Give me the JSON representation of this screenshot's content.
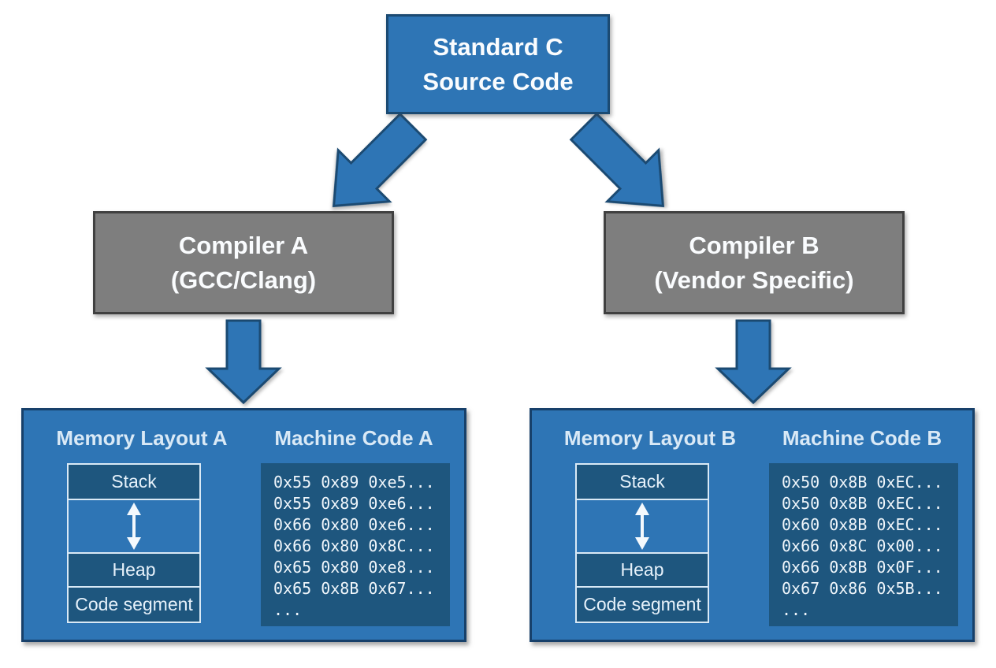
{
  "source_box": {
    "lines": [
      "Standard C",
      "Source Code"
    ]
  },
  "compilers": [
    {
      "lines": [
        "Compiler A",
        "(GCC/Clang)"
      ]
    },
    {
      "lines": [
        "Compiler B",
        "(Vendor Specific)"
      ]
    }
  ],
  "panels": [
    {
      "memory_title": "Memory Layout A",
      "code_title": "Machine Code A",
      "segments": [
        "Stack",
        "Heap",
        "Code segment"
      ],
      "machine_code": [
        "0x55 0x89 0xe5...",
        "0x55 0x89 0xe6...",
        "0x66 0x80 0xe6...",
        "0x66 0x80 0x8C...",
        "0x65 0x80 0xe8...",
        "0x65 0x8B 0x67...",
        "..."
      ]
    },
    {
      "memory_title": "Memory Layout B",
      "code_title": "Machine Code B",
      "segments": [
        "Stack",
        "Heap",
        "Code segment"
      ],
      "machine_code": [
        "0x50 0x8B 0xEC...",
        "0x50 0x8B 0xEC...",
        "0x60 0x8B 0xEC...",
        "0x66 0x8C 0x00...",
        "0x66 0x8B 0x0F...",
        "0x67 0x86 0x5B...",
        "..."
      ]
    }
  ],
  "colors": {
    "accent_blue": "#2E75B5",
    "dark_blue": "#1E567E",
    "border_navy": "#1B4A72",
    "light_blue_text": "#D9E9F6",
    "gray_box": "#7E7E7E",
    "gray_border": "#404040"
  }
}
